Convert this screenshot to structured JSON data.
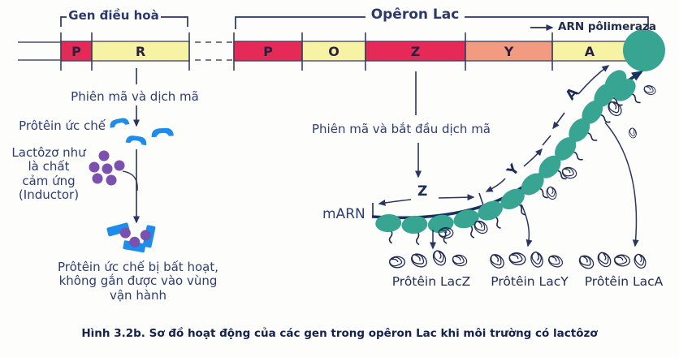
{
  "colors": {
    "red": "#e62a58",
    "yellow": "#f7f3a4",
    "salmon": "#f29b80",
    "teal": "#38a492",
    "blue": "#1e8ce8",
    "purple": "#7c50ae",
    "navy": "#2a3560"
  },
  "top": {
    "regulatory_bracket": "Gen điều hoà",
    "operon_bracket": "Opêron Lac",
    "polymerase_label": "ARN pôlimeraza",
    "regulatory_boxes": [
      {
        "label": "P"
      },
      {
        "label": "R"
      }
    ],
    "operon_boxes": [
      {
        "label": "P"
      },
      {
        "label": "O"
      },
      {
        "label": "Z"
      },
      {
        "label": "Y"
      },
      {
        "label": "A"
      }
    ]
  },
  "left": {
    "step_label": "Phiên mã và dịch mã",
    "repressor_label": "Prôtêin ức chế",
    "inducer_label": "Lactôzơ như\nlà chất\ncảm ứng\n(Inductor)",
    "result_label": "Prôtêin ức chế bị bất hoạt,\nkhông gắn được vào vùng\nvận hành"
  },
  "right": {
    "step_label": "Phiên mã và bắt đầu dịch mã",
    "mrna_label": "mARN",
    "segments": [
      "Z",
      "Y",
      "A"
    ],
    "proteins": [
      "Prôtêin LacZ",
      "Prôtêin LacY",
      "Prôtêin LacA"
    ]
  },
  "caption": "Hình 3.2b. Sơ đồ hoạt động của các gen trong opêron Lac khi môi trường có lactôzơ"
}
